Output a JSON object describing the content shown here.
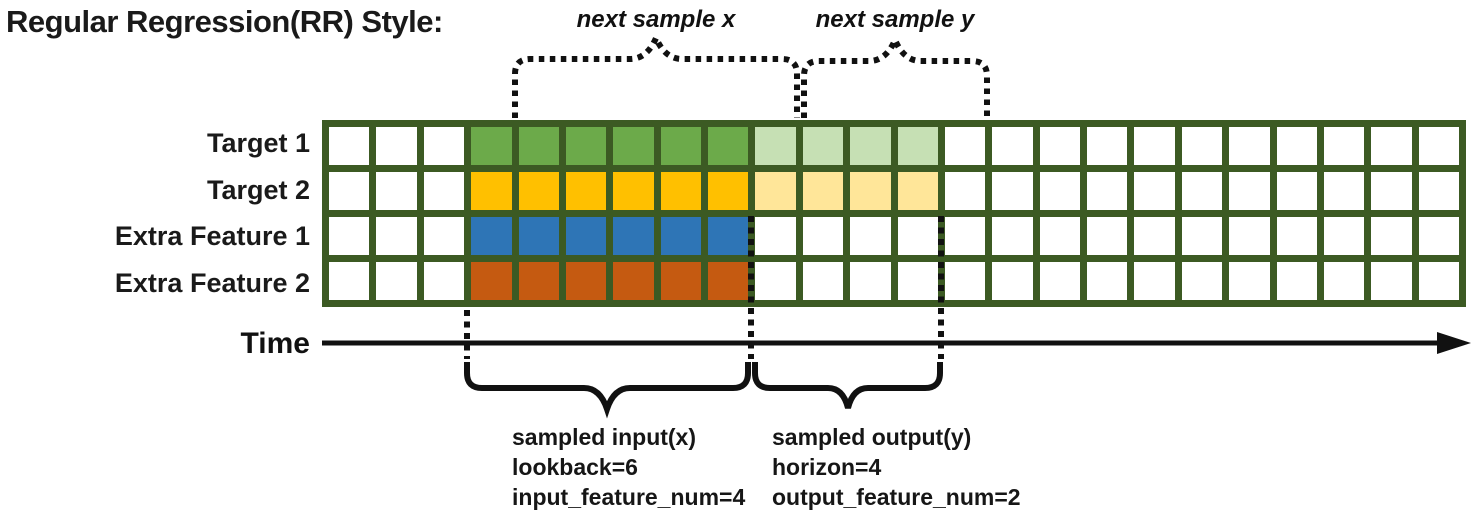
{
  "title": "Regular Regression(RR) Style:",
  "colors": {
    "frame": "#3C5A23",
    "white": "#FFFFFF",
    "green": "#6CAA4A",
    "lightGreen": "#C6E0B4",
    "gold": "#FFC000",
    "lightGold": "#FFE699",
    "blue": "#2E75B6",
    "orange": "#C55A11",
    "ink": "#111111"
  },
  "grid": {
    "columns": 24,
    "lookback_cells": 6,
    "horizon_cells": 4,
    "leading_empty_cells": 3,
    "rows": [
      {
        "label": "Target 1",
        "segments": [
          {
            "count": 3,
            "color": "white"
          },
          {
            "count": 6,
            "color": "green"
          },
          {
            "count": 4,
            "color": "lightGreen"
          },
          {
            "count": 11,
            "color": "white"
          }
        ]
      },
      {
        "label": "Target 2",
        "segments": [
          {
            "count": 3,
            "color": "white"
          },
          {
            "count": 6,
            "color": "gold"
          },
          {
            "count": 4,
            "color": "lightGold"
          },
          {
            "count": 11,
            "color": "white"
          }
        ]
      },
      {
        "label": "Extra Feature 1",
        "segments": [
          {
            "count": 3,
            "color": "white"
          },
          {
            "count": 6,
            "color": "blue"
          },
          {
            "count": 15,
            "color": "white"
          }
        ]
      },
      {
        "label": "Extra Feature 2",
        "segments": [
          {
            "count": 3,
            "color": "white"
          },
          {
            "count": 6,
            "color": "orange"
          },
          {
            "count": 15,
            "color": "white"
          }
        ]
      }
    ]
  },
  "annotations": {
    "next_sample_x": "next sample x",
    "next_sample_y": "next sample y",
    "time_label": "Time",
    "input_block": {
      "lines": [
        "sampled input(x)",
        "lookback=6",
        "input_feature_num=4"
      ]
    },
    "output_block": {
      "lines": [
        "sampled output(y)",
        "horizon=4",
        "output_feature_num=2"
      ]
    }
  }
}
